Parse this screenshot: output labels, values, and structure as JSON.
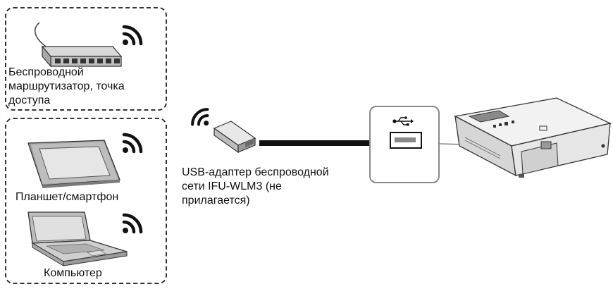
{
  "devices": {
    "router": {
      "label_line1": "Беспроводной",
      "label_line2": "маршрутизатор, точка",
      "label_line3": "доступа",
      "icon": "router-icon"
    },
    "tablet": {
      "label": "Планшет/смартфон",
      "icon": "tablet-icon"
    },
    "computer": {
      "label": "Компьютер",
      "icon": "laptop-icon"
    }
  },
  "adapter": {
    "label_line1": "USB-адаптер беспроводной",
    "label_line2": "сети IFU-WLM3 (не",
    "label_line3": "прилагается)",
    "icon": "usb-wifi-dongle-icon"
  },
  "projector": {
    "icon": "projector-icon",
    "port_icon": "usb-symbol-icon"
  },
  "wireless_icon": "wifi-signal-icon"
}
